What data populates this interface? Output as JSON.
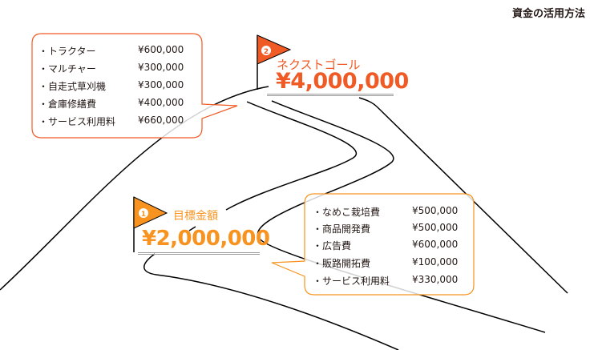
{
  "title": "資金の活用方法",
  "colors": {
    "goal2": "#F05A24",
    "goal1": "#F7931E",
    "line": "#000000"
  },
  "goal1": {
    "number": "1",
    "label": "目標金額",
    "amount": "¥2,000,000",
    "items": [
      {
        "label": "・なめこ栽培費",
        "value": "¥500,000"
      },
      {
        "label": "・商品開発費",
        "value": "¥500,000"
      },
      {
        "label": "・広告費",
        "value": "¥600,000"
      },
      {
        "label": "・販路開拓費",
        "value": "¥100,000"
      },
      {
        "label": "・サービス利用料",
        "value": "¥330,000"
      }
    ]
  },
  "goal2": {
    "number": "2",
    "label": "ネクストゴール",
    "amount": "¥4,000,000",
    "items": [
      {
        "label": "・トラクター",
        "value": "¥600,000"
      },
      {
        "label": "・マルチャー",
        "value": "¥300,000"
      },
      {
        "label": "・自走式草刈機",
        "value": "¥300,000"
      },
      {
        "label": "・倉庫修繕費",
        "value": "¥400,000"
      },
      {
        "label": "・サービス利用料",
        "value": "¥660,000"
      }
    ]
  }
}
